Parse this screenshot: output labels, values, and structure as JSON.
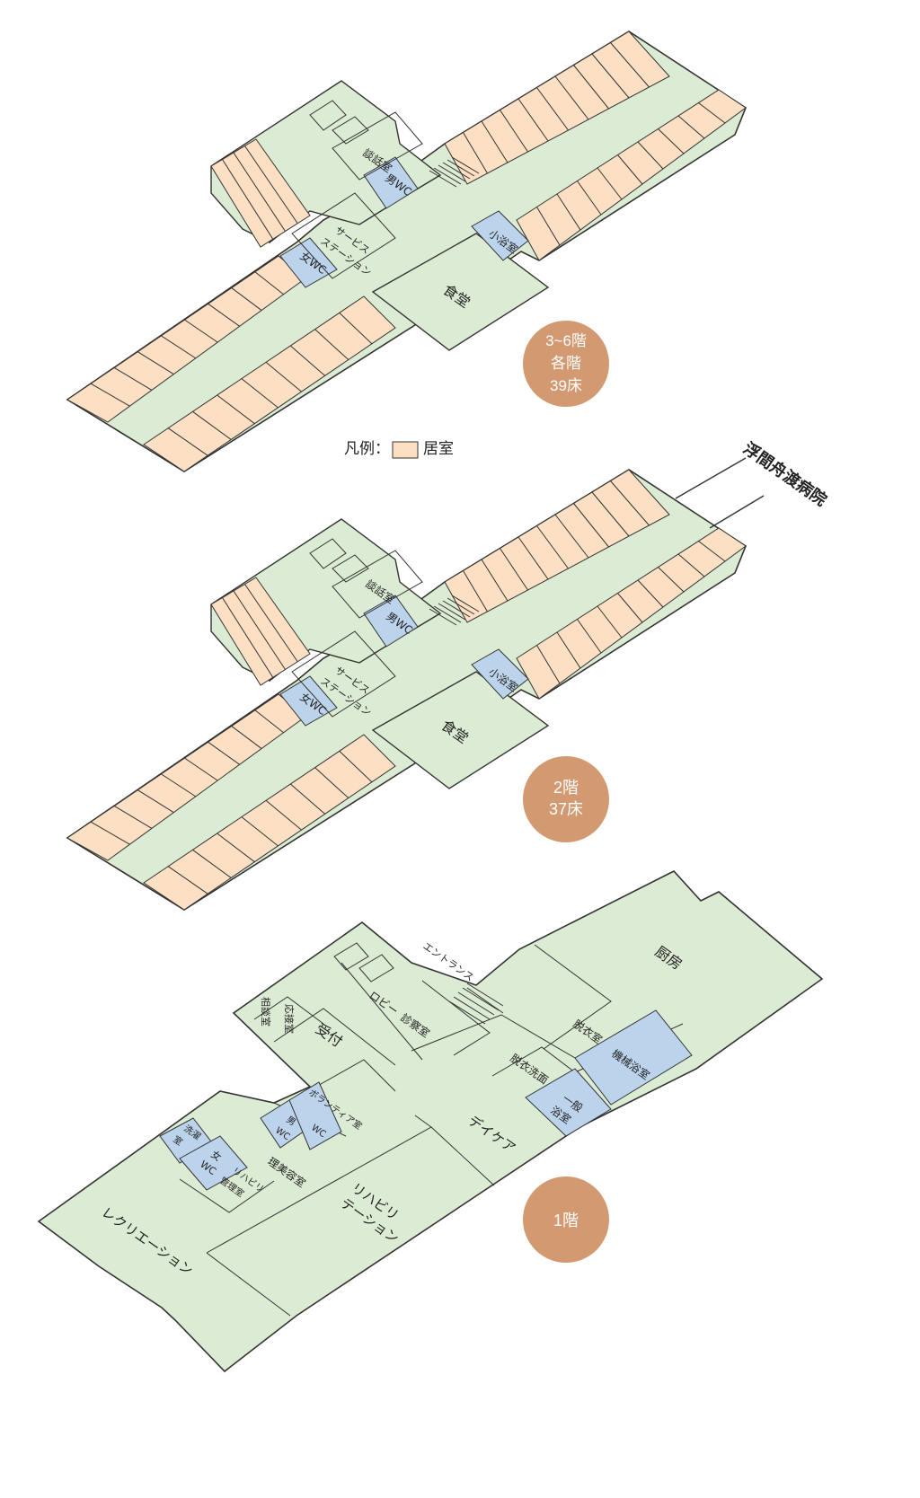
{
  "colors": {
    "room": "#fde0c4",
    "corridor": "#dcebd3",
    "wc": "#bcd3ec",
    "outline": "#333333",
    "badge": "#d39a72"
  },
  "legend": {
    "prefix": "凡例：",
    "label": "居室"
  },
  "floors": [
    {
      "badge": [
        "3~6階",
        "各階",
        "39床"
      ],
      "rooms": {
        "talk": "談話室",
        "men_wc": "男WC",
        "women_wc": "女WC",
        "service": [
          "サービス",
          "ステーション"
        ],
        "bath": "小浴室",
        "dining": "食堂"
      }
    },
    {
      "badge": [
        "2階",
        "37床"
      ],
      "rooms": {
        "talk": "談話室",
        "men_wc": "男WC",
        "women_wc": "女WC",
        "service": [
          "サービス",
          "ステーション"
        ],
        "bath": "小浴室",
        "dining": "食堂"
      },
      "connection": "浮間舟渡病院"
    },
    {
      "badge": [
        "1階"
      ],
      "rooms": {
        "kitchen": "厨房",
        "entrance": "エントランス",
        "lobby": "ロビー",
        "consult": "相談室",
        "reception_room": "応接室",
        "reception": "受付",
        "exam": "診察室",
        "changing": "脱衣室",
        "machine_bath": "機械浴室",
        "changing_wash": "脱衣洗面",
        "general_bath": [
          "一般",
          "浴室"
        ],
        "daycare": "デイケア",
        "volunteer": "ボランティア室",
        "men_wc": [
          "男",
          "WC"
        ],
        "wc": "WC",
        "laundry": [
          "洗濯",
          "室"
        ],
        "women_wc": [
          "女",
          "WC"
        ],
        "rehab_office": [
          "リハビリ",
          "管理室"
        ],
        "barber": "理美容室",
        "rehab": [
          "リハビリ",
          "テーション"
        ],
        "recreation": "レクリエーション"
      }
    }
  ]
}
